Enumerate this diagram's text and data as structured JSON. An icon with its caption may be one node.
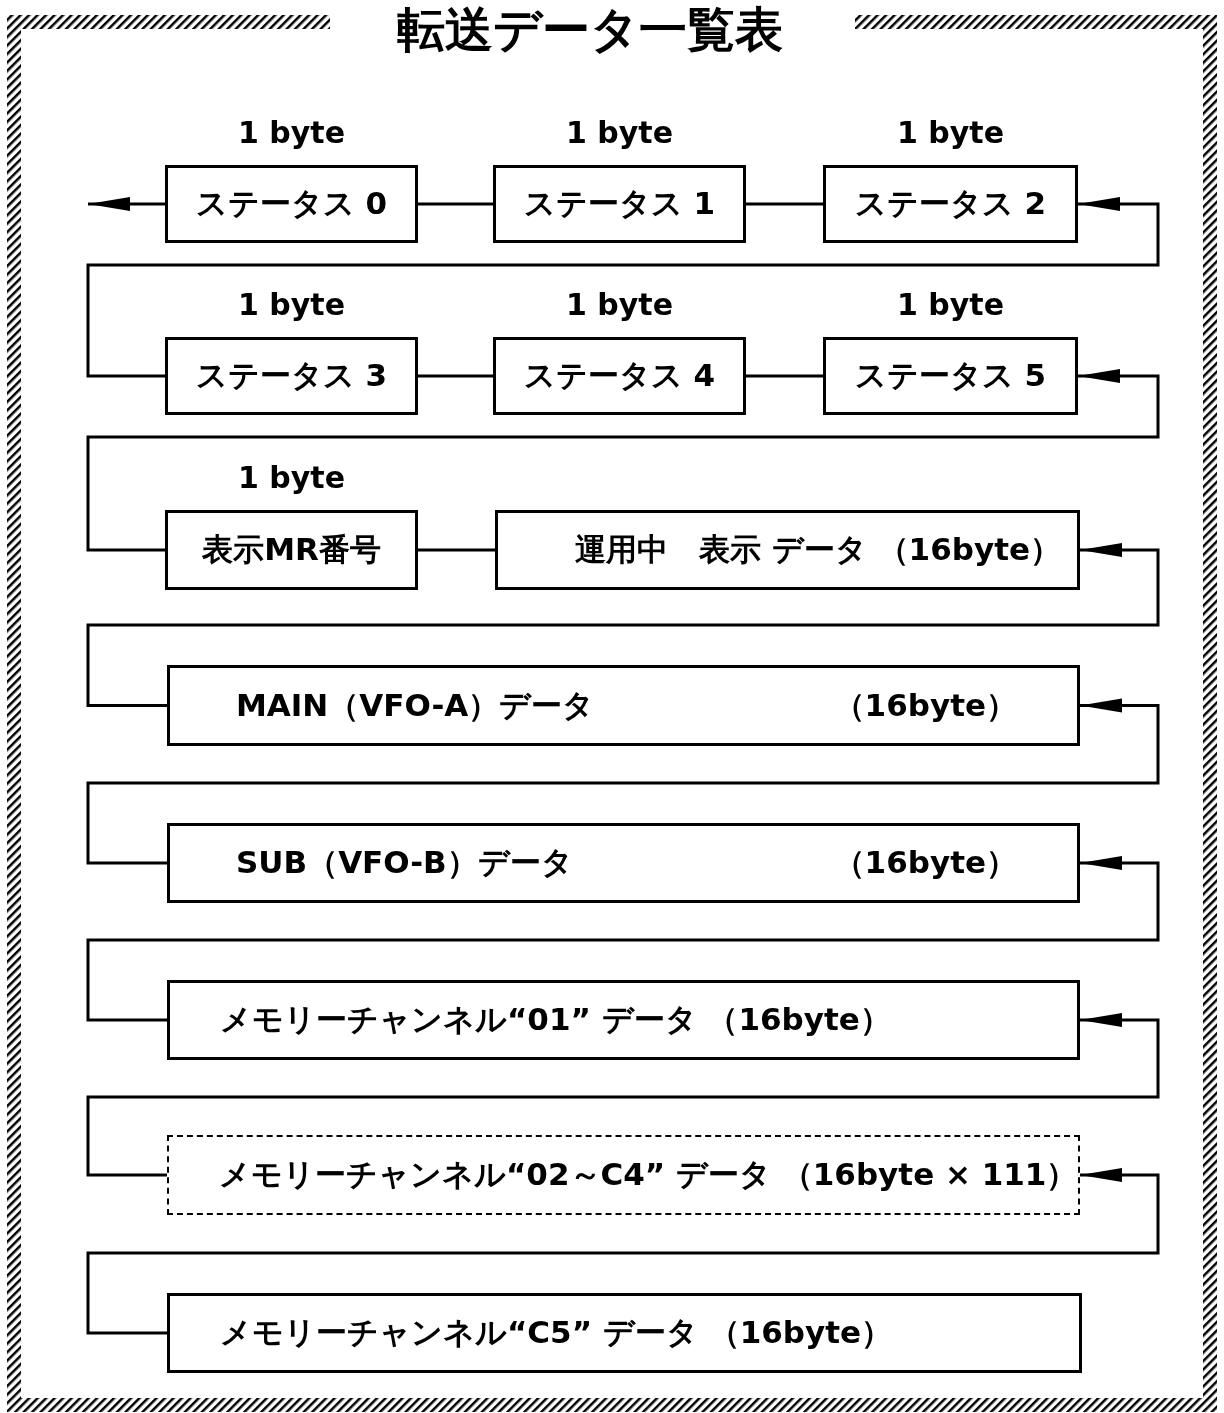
{
  "diagram": {
    "title": "転送データ一覧表",
    "nodes": [
      {
        "text": [
          "ステータス 0"
        ],
        "beside": [
          "1 byte"
        ]
      },
      {
        "text": [
          "ステータス 1"
        ],
        "beside": [
          "1 byte"
        ]
      },
      {
        "text": [
          "ステータス 2"
        ],
        "beside": [
          "1 byte"
        ]
      },
      {
        "text": [
          "ステータス 3"
        ],
        "beside": [
          "1 byte"
        ]
      },
      {
        "text": [
          "ステータス 4"
        ],
        "beside": [
          "1 byte"
        ]
      },
      {
        "text": [
          "ステータス 5"
        ],
        "beside": [
          "1 byte"
        ]
      },
      {
        "text": [
          "表示MR番号"
        ],
        "beside": [
          "1 byte"
        ]
      },
      {
        "text": [
          "運用中　表示 データ （16byte）"
        ]
      },
      {
        "text": [
          "MAIN（VFO-A）データ",
          "（16byte）"
        ]
      },
      {
        "text": [
          "SUB（VFO-B）データ",
          "（16byte）"
        ]
      },
      {
        "text": [
          "メモリーチャンネル“01” データ （16byte）"
        ]
      },
      {
        "text": [
          "メモリーチャンネル“02～C4” データ （16byte × 111）"
        ]
      },
      {
        "text": [
          "メモリーチャンネル“C5” データ （16byte）"
        ]
      }
    ],
    "edges": [
      {
        "from": 0,
        "to": null,
        "arrow": "to"
      },
      {
        "from": 1,
        "to": 0,
        "arrow": "none"
      },
      {
        "from": 2,
        "to": 1,
        "arrow": "none"
      },
      {
        "from": 3,
        "to": 2,
        "arrow": "to"
      },
      {
        "from": 4,
        "to": 3,
        "arrow": "none"
      },
      {
        "from": 5,
        "to": 4,
        "arrow": "none"
      },
      {
        "from": 6,
        "to": 5,
        "arrow": "to"
      },
      {
        "from": 7,
        "to": 6,
        "arrow": "none"
      },
      {
        "from": 8,
        "to": 7,
        "arrow": "to"
      },
      {
        "from": 9,
        "to": 8,
        "arrow": "to"
      },
      {
        "from": 10,
        "to": 9,
        "arrow": "to"
      },
      {
        "from": 11,
        "to": 10,
        "arrow": "to"
      },
      {
        "from": 12,
        "to": 11,
        "arrow": "to"
      }
    ]
  }
}
